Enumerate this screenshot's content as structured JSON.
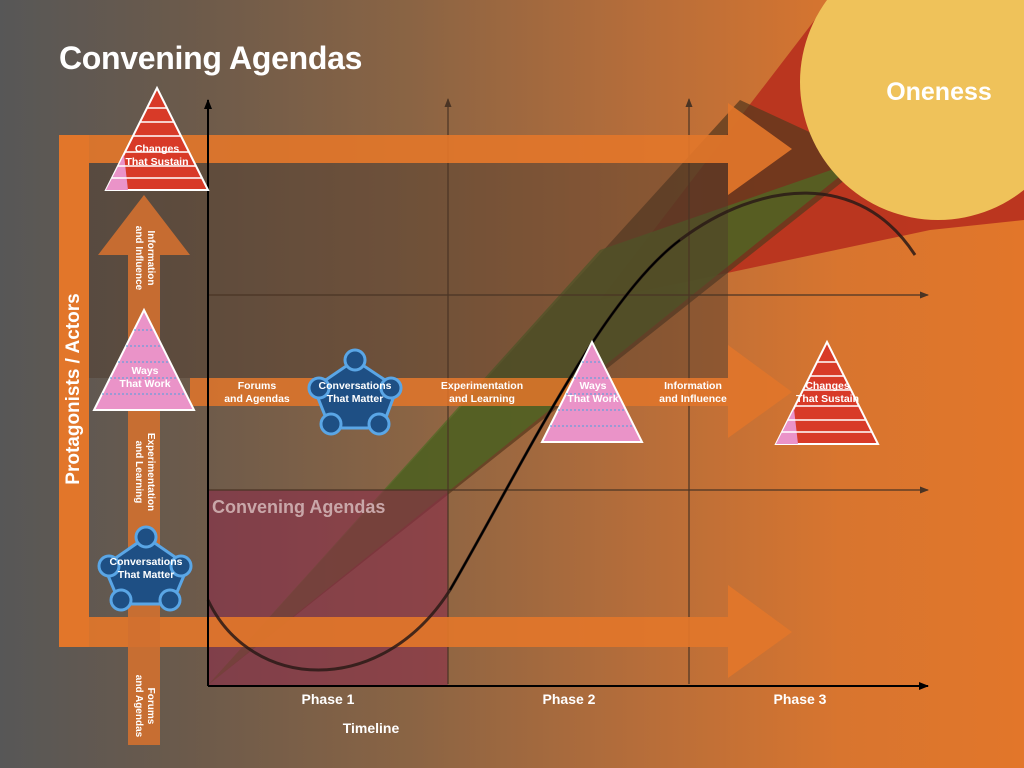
{
  "title": "Convening Agendas",
  "oneness": "Oneness",
  "region_title": "Convening Agendas",
  "vertical_axis_label": "Protagonists / Actors",
  "horizontal_axis_label": "Timeline",
  "phases": [
    "Phase 1",
    "Phase 2",
    "Phase 3"
  ],
  "stages": {
    "conversations": "Conversations\nThat Matter",
    "ways": "Ways\nThat Work",
    "changes": "Changes\nThat Sustain"
  },
  "transitions": {
    "forums": "Forums\nand Agendas",
    "experimentation": "Experimentation\nand Learning",
    "information": "Information\nand Influence"
  },
  "colors": {
    "orange_band": "#e2762a",
    "pyramid_red": "#d83a28",
    "pyramid_pink": "#ea93c8",
    "circle_blue": "#1e4f84",
    "circle_outline": "#5aa6e6",
    "sun": "#efc25a",
    "green_wedge": "#4f6a24",
    "purple_region": "#8a2e4a"
  }
}
